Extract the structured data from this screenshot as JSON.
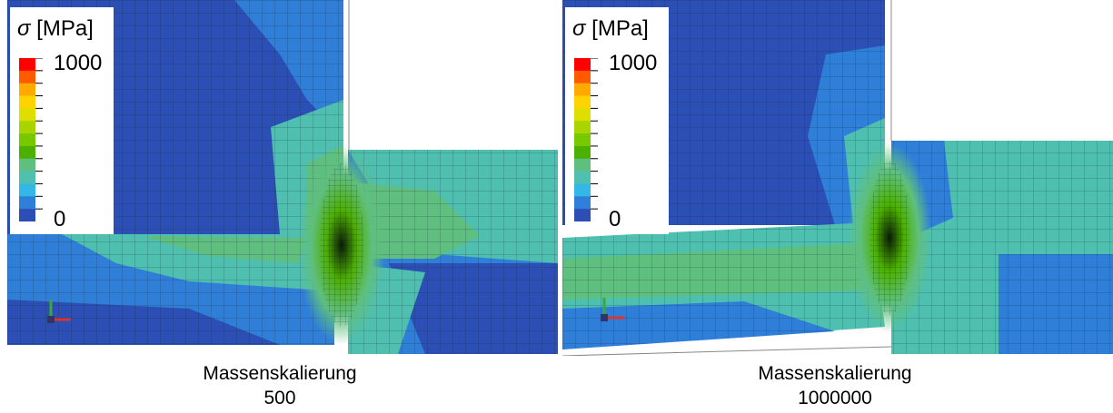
{
  "panels": [
    {
      "legend": {
        "symbol": "σ",
        "unit": "[MPa]",
        "max_label": "1000",
        "min_label": "0"
      },
      "caption": {
        "line1": "Massenskalierung",
        "line2": "500"
      }
    },
    {
      "legend": {
        "symbol": "σ",
        "unit": "[MPa]",
        "max_label": "1000",
        "min_label": "0"
      },
      "caption": {
        "line1": "Massenskalierung",
        "line2": "1000000"
      }
    }
  ],
  "colors": {
    "scale": [
      "#ff0000",
      "#ff5a00",
      "#ffaa00",
      "#ffd200",
      "#dede00",
      "#a8d400",
      "#78c800",
      "#4cb000",
      "#5fbf7f",
      "#4fc0b0",
      "#33b7e6",
      "#2f7fd8",
      "#2b4fb4"
    ],
    "background": "#ffffff"
  }
}
